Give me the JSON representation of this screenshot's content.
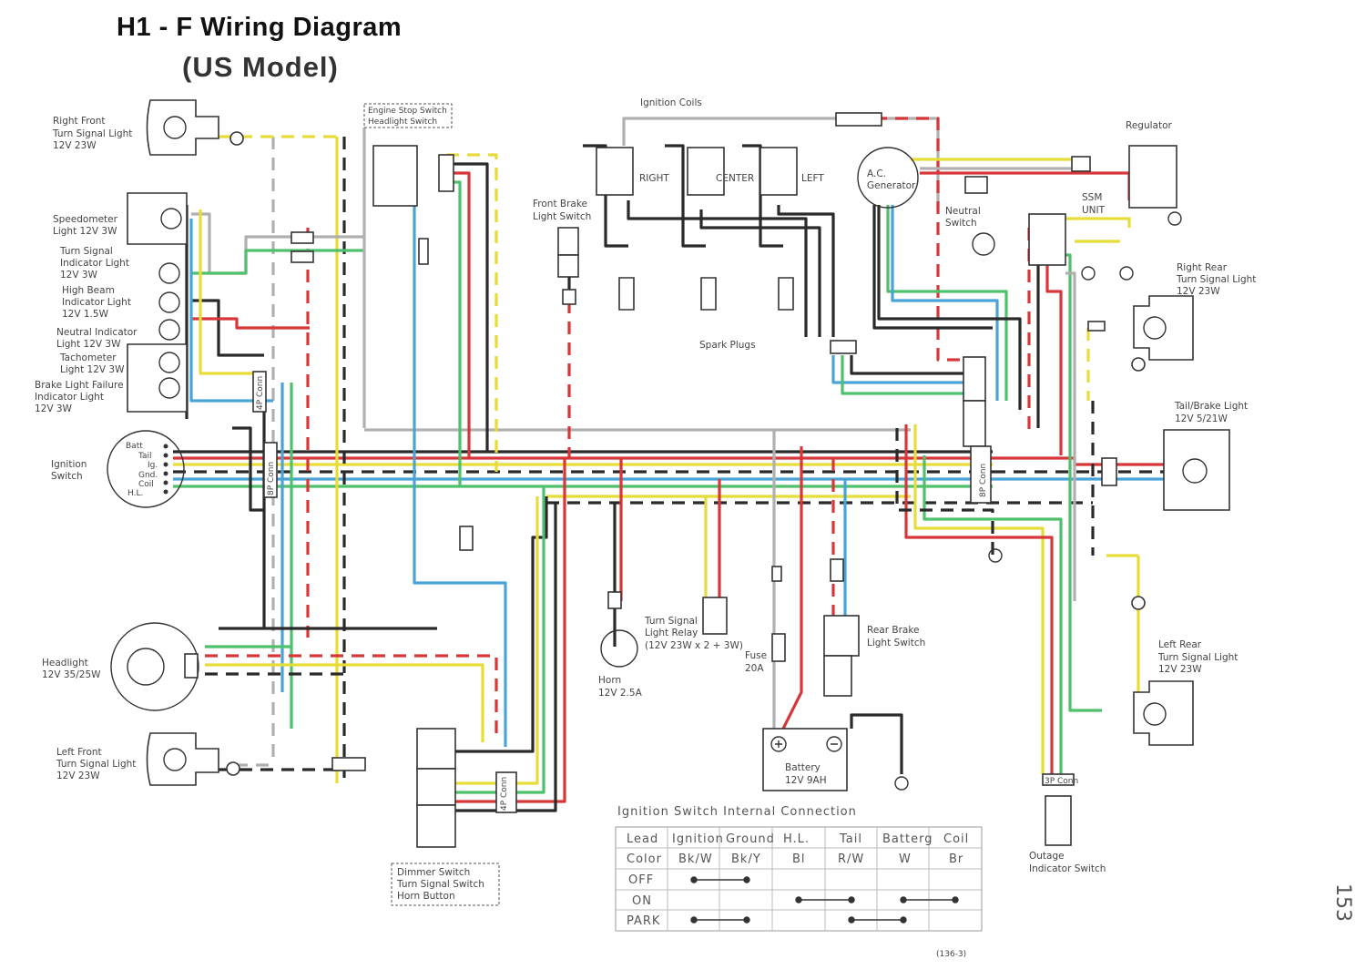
{
  "title": "H1 - F  Wiring Diagram",
  "subtitle": "(US Model)",
  "colors": {
    "black": "#2a2a2a",
    "red": "#d8373a",
    "yellow": "#ebe13c",
    "blue": "#4aa3d8",
    "green": "#4fc06c",
    "grey": "#a6a6a6",
    "paper": "#ffffff"
  },
  "labels": {
    "right_front_1": "Right Front",
    "right_front_2": "Turn Signal Light",
    "right_front_3": "12V 23W",
    "speedo_1": "Speedometer",
    "speedo_2": "Light 12V 3W",
    "turn_ind_1": "Turn Signal",
    "turn_ind_2": "Indicator Light",
    "turn_ind_3": "12V 3W",
    "high_beam_1": "High Beam",
    "high_beam_2": "Indicator Light",
    "high_beam_3": "12V 1.5W",
    "neutral_ind_1": "Neutral Indicator",
    "neutral_ind_2": "Light 12V 3W",
    "tacho_1": "Tachometer",
    "tacho_2": "Light 12V 3W",
    "brake_fail_1": "Brake Light Failure",
    "brake_fail_2": "Indicator Light",
    "brake_fail_3": "12V 3W",
    "ignition_switch_1": "Ignition",
    "ignition_switch_2": "Switch",
    "headlight_1": "Headlight",
    "headlight_2": "12V 35/25W",
    "left_front_1": "Left Front",
    "left_front_2": "Turn Signal Light",
    "left_front_3": "12V 23W",
    "engine_stop_1": "Engine Stop Switch",
    "engine_stop_2": "Headlight Switch",
    "ignition_coils": "Ignition Coils",
    "coil_right": "RIGHT",
    "coil_center": "CENTER",
    "coil_left": "LEFT",
    "front_brake_1": "Front Brake",
    "front_brake_2": "Light Switch",
    "spark_plugs": "Spark Plugs",
    "ac_gen_1": "A.C.",
    "ac_gen_2": "Generator",
    "neutral_sw_1": "Neutral",
    "neutral_sw_2": "Switch",
    "regulator": "Regulator",
    "ssm_1": "SSM",
    "ssm_2": "UNIT",
    "right_rear_1": "Right Rear",
    "right_rear_2": "Turn Signal Light",
    "right_rear_3": "12V 23W",
    "tail_1": "Tail/Brake Light",
    "tail_2": "12V 5/21W",
    "left_rear_1": "Left Rear",
    "left_rear_2": "Turn Signal Light",
    "left_rear_3": "12V 23W",
    "turn_relay_1": "Turn Signal",
    "turn_relay_2": "Light Relay",
    "turn_relay_3": "(12V 23W x 2 + 3W)",
    "horn_1": "Horn",
    "horn_2": "12V 2.5A",
    "fuse_1": "Fuse",
    "fuse_2": "20A",
    "rear_brake_1": "Rear Brake",
    "rear_brake_2": "Light Switch",
    "battery_1": "Battery",
    "battery_2": "12V 9AH",
    "outage_1": "Outage",
    "outage_2": "Indicator Switch",
    "dimmer_1": "Dimmer  Switch",
    "dimmer_2": "Turn  Signal  Switch",
    "dimmer_3": "Horn  Button",
    "conn_4p": "4P Conn",
    "conn_8p": "8P Conn",
    "conn_3p": "3P Conn",
    "ign_batt": "Batt",
    "ign_tail": "Tail",
    "ign_ig": "Ig.",
    "ign_gnd": "Gnd.",
    "ign_coil": "Coil",
    "ign_hl": "H.L.",
    "page_number": "153",
    "figure_ref": "(136-3)"
  },
  "ignition_table": {
    "caption": "Ignition  Switch  Internal  Connection",
    "row_headers": [
      "Lead",
      "Color",
      "OFF",
      "ON",
      "PARK"
    ],
    "columns": [
      {
        "lead": "Ignition",
        "color": "Bk/W"
      },
      {
        "lead": "Ground",
        "color": "Bk/Y"
      },
      {
        "lead": "H.L.",
        "color": "Bl"
      },
      {
        "lead": "Tail",
        "color": "R/W"
      },
      {
        "lead": "Batterg",
        "color": "W"
      },
      {
        "lead": "Coil",
        "color": "Br"
      }
    ]
  }
}
